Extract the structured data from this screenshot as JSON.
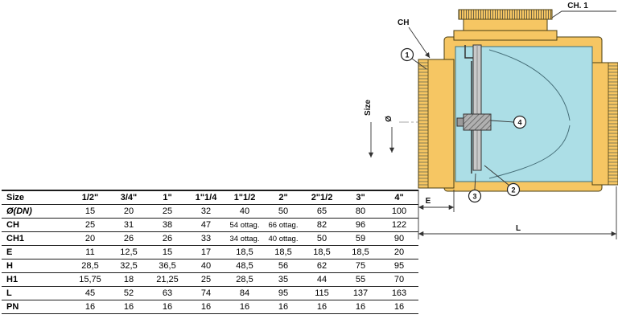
{
  "table": {
    "columns": [
      "Size",
      "1/2\"",
      "3/4\"",
      "1\"",
      "1\"1/4",
      "1\"1/2",
      "2\"",
      "2\"1/2",
      "3\"",
      "4\""
    ],
    "rows": [
      {
        "label": "Ø(DN)",
        "values": [
          "15",
          "20",
          "25",
          "32",
          "40",
          "50",
          "65",
          "80",
          "100"
        ]
      },
      {
        "label": "CH",
        "values": [
          "25",
          "31",
          "38",
          "47",
          "54 ottag.",
          "66 ottag.",
          "82",
          "96",
          "122"
        ]
      },
      {
        "label": "CH1",
        "values": [
          "20",
          "26",
          "26",
          "33",
          "34 ottag.",
          "40 ottag.",
          "50",
          "59",
          "90"
        ]
      },
      {
        "label": "E",
        "values": [
          "11",
          "12,5",
          "15",
          "17",
          "18,5",
          "18,5",
          "18,5",
          "18,5",
          "20"
        ]
      },
      {
        "label": "H",
        "values": [
          "28,5",
          "32,5",
          "36,5",
          "40",
          "48,5",
          "56",
          "62",
          "75",
          "95"
        ]
      },
      {
        "label": "H1",
        "values": [
          "15,75",
          "18",
          "21,25",
          "25",
          "28,5",
          "35",
          "44",
          "55",
          "70"
        ]
      },
      {
        "label": "L",
        "values": [
          "45",
          "52",
          "63",
          "74",
          "84",
          "95",
          "115",
          "137",
          "163"
        ]
      },
      {
        "label": "PN",
        "values": [
          "16",
          "16",
          "16",
          "16",
          "16",
          "16",
          "16",
          "16",
          "16"
        ]
      }
    ]
  },
  "drawing": {
    "labels": {
      "ch": "CH",
      "ch1": "CH. 1",
      "size": "Size",
      "diameter": "Ø",
      "e_dim": "E",
      "l_dim": "L"
    },
    "callouts": {
      "c1": "1",
      "c2": "2",
      "c3": "3",
      "c4": "4"
    },
    "colors": {
      "body": "#F6C663",
      "cavity": "#ACDEE6"
    }
  }
}
